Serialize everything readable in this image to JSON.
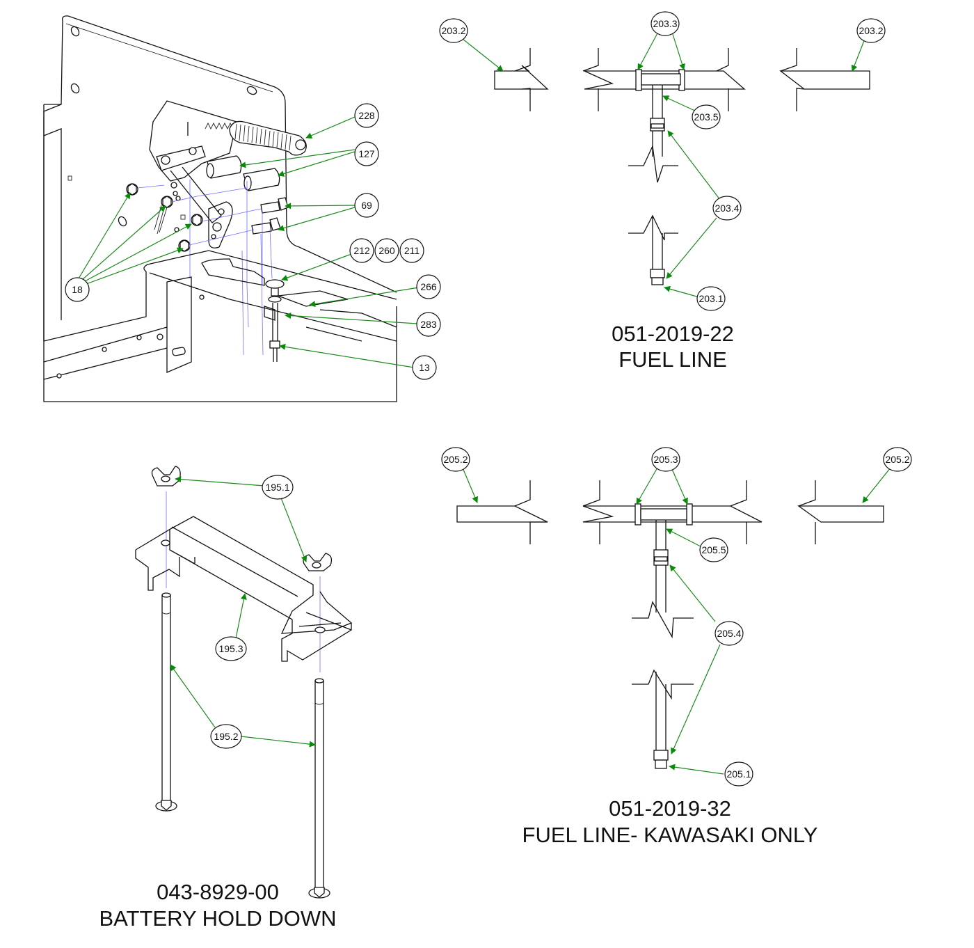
{
  "diagram": {
    "sections": [
      {
        "id": "throttle-assembly",
        "callouts": [
          "228",
          "127",
          "69",
          "18",
          "212",
          "260",
          "211",
          "266",
          "283",
          "13"
        ]
      },
      {
        "id": "fuel-line",
        "part_number": "051-2019-22",
        "title": "FUEL LINE",
        "callouts": [
          "203.2",
          "203.3",
          "203.2",
          "203.5",
          "203.4",
          "203.1"
        ]
      },
      {
        "id": "battery-hold-down",
        "part_number": "043-8929-00",
        "title": "BATTERY HOLD DOWN",
        "callouts": [
          "195.1",
          "195.3",
          "195.2"
        ]
      },
      {
        "id": "fuel-line-kawasaki",
        "part_number": "051-2019-32",
        "title": "FUEL LINE- KAWASAKI ONLY",
        "callouts": [
          "205.2",
          "205.3",
          "205.2",
          "205.5",
          "205.4",
          "205.1"
        ]
      }
    ]
  },
  "colors": {
    "leader": "#1a8a1a",
    "arrowhead": "#0a8a0a",
    "centerline": "#6b6bff",
    "linework": "#111111",
    "background": "#ffffff"
  }
}
